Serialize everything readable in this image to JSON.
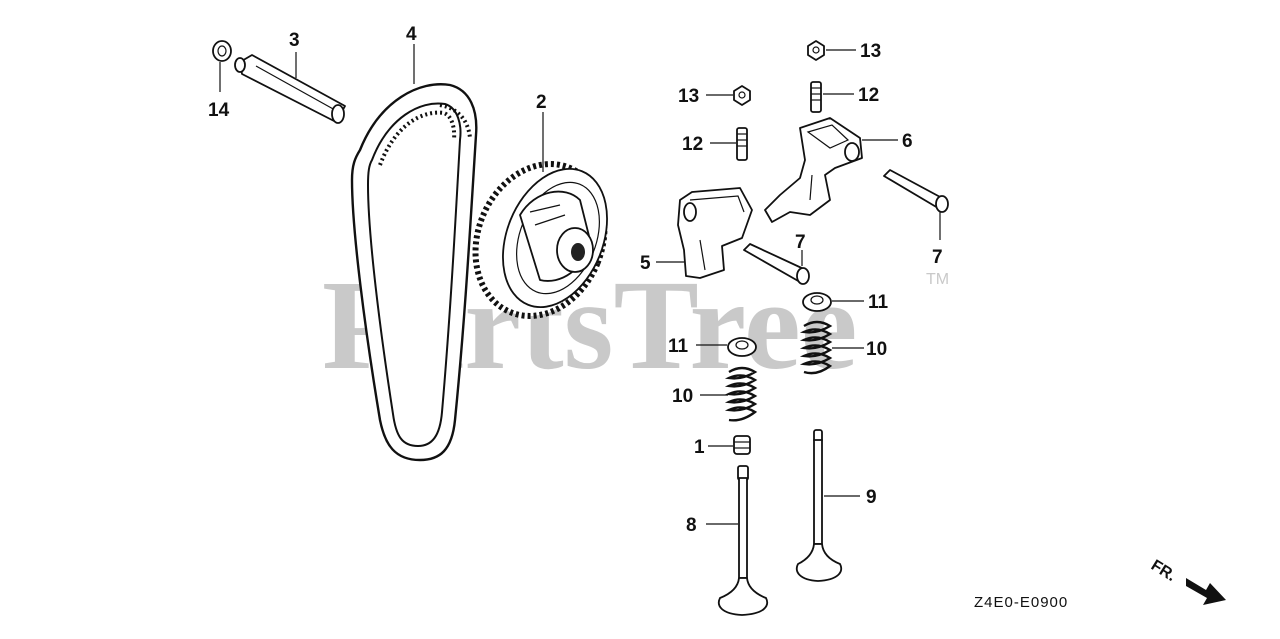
{
  "watermark": {
    "text": "PartsTree",
    "trademark": "TM"
  },
  "diagram_code": "Z4E0-E0900",
  "direction_label": "FR.",
  "callouts": {
    "c1": "1",
    "c2": "2",
    "c3": "3",
    "c4": "4",
    "c5": "5",
    "c6": "6",
    "c7a": "7",
    "c7b": "7",
    "c8": "8",
    "c9": "9",
    "c10a": "10",
    "c10b": "10",
    "c11a": "11",
    "c11b": "11",
    "c12a": "12",
    "c12b": "12",
    "c13a": "13",
    "c13b": "13",
    "c14": "14"
  },
  "icons": {
    "direction_arrow": "arrow-down-right-icon"
  }
}
